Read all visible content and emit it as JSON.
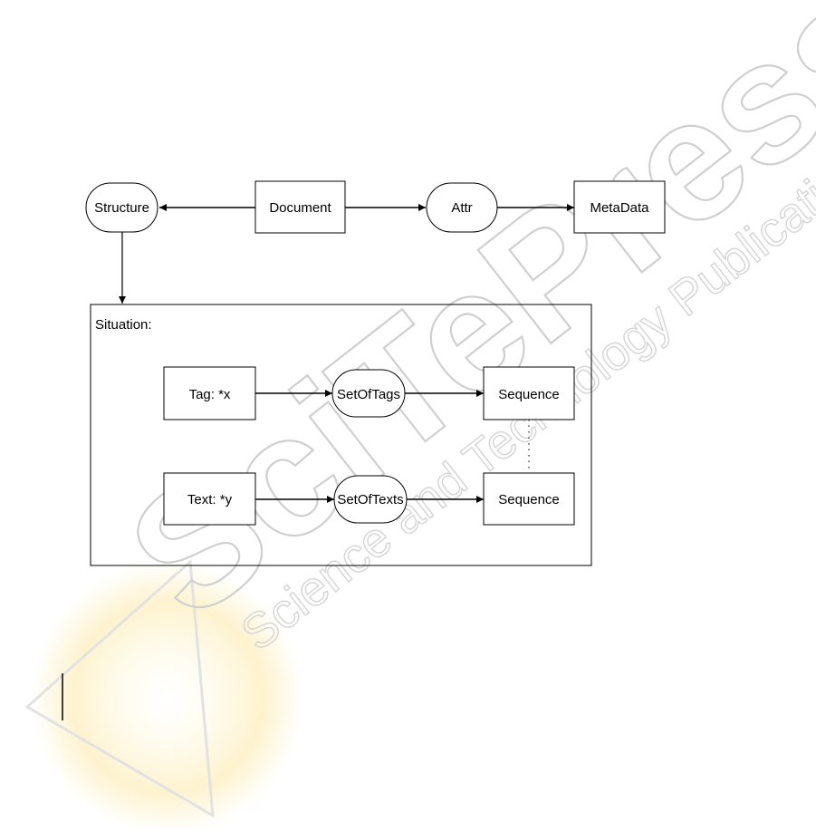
{
  "watermark": {
    "main": "SciTePress",
    "sub": "Science and Technology Publications"
  },
  "diagram": {
    "nodes": {
      "structure": "Structure",
      "document": "Document",
      "attr": "Attr",
      "metadata": "MetaData",
      "tag": "Tag: *x",
      "setoftags": "SetOfTags",
      "sequence_top": "Sequence",
      "text": "Text: *y",
      "setoftexts": "SetOfTexts",
      "sequence_bottom": "Sequence"
    },
    "frame_label": "Situation:"
  }
}
